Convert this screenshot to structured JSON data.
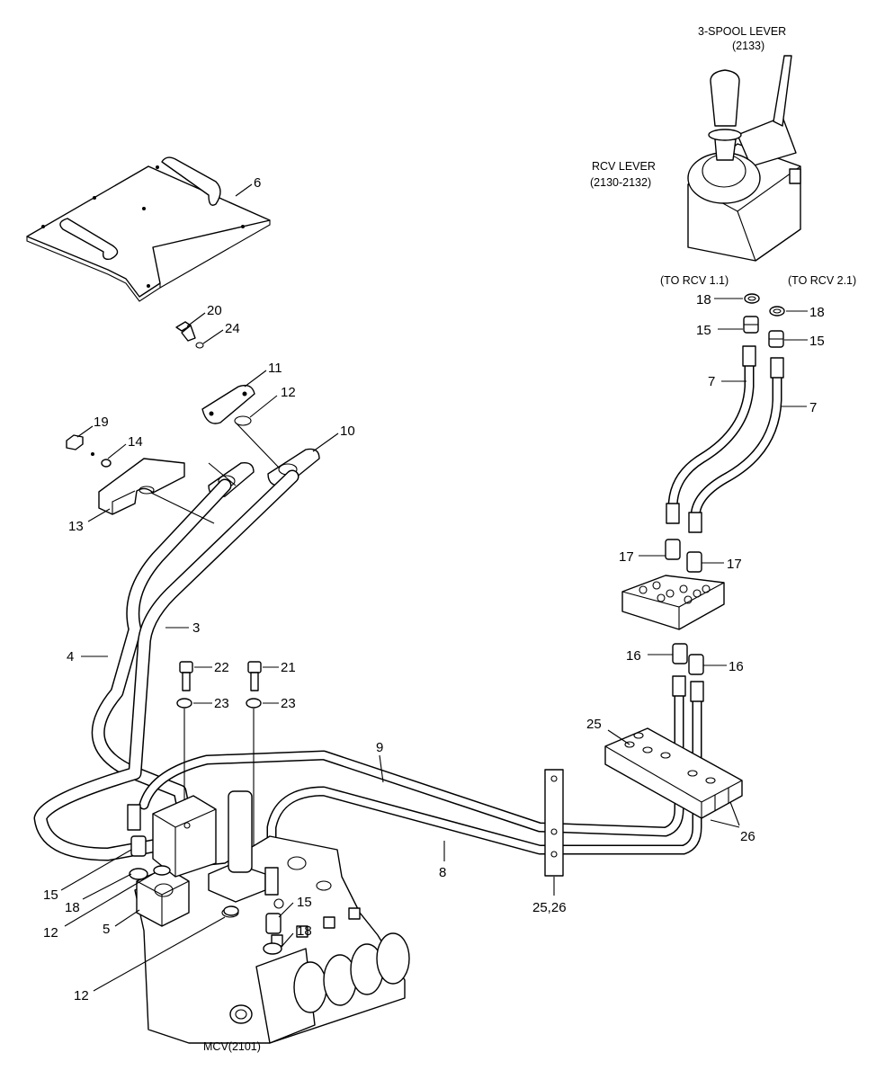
{
  "labels": {
    "spool_lever_title": "3-SPOOL LEVER",
    "spool_lever_code": "(2133)",
    "rcv_lever_title": "RCV LEVER",
    "rcv_lever_code": "(2130-2132)",
    "to_rcv_11": "(TO RCV 1.1)",
    "to_rcv_21": "(TO RCV 2.1)",
    "mcv": "MCV(2101)"
  },
  "callouts": {
    "p6": "6",
    "p20": "20",
    "p24": "24",
    "p11": "11",
    "p12a": "12",
    "p10": "10",
    "p19": "19",
    "p14": "14",
    "p13": "13",
    "p3": "3",
    "p4": "4",
    "p22": "22",
    "p21": "21",
    "p23a": "23",
    "p23b": "23",
    "p9": "9",
    "p8": "8",
    "p25": "25",
    "p26": "26",
    "p2526": "25,26",
    "p18a": "18",
    "p18b": "18",
    "p15a": "15",
    "p15b": "15",
    "p7a": "7",
    "p7b": "7",
    "p17a": "17",
    "p17b": "17",
    "p16a": "16",
    "p16b": "16",
    "p15c": "15",
    "p18c": "18",
    "p12b": "12",
    "p5": "5",
    "p12c": "12",
    "p15d": "15",
    "p18d": "18"
  }
}
